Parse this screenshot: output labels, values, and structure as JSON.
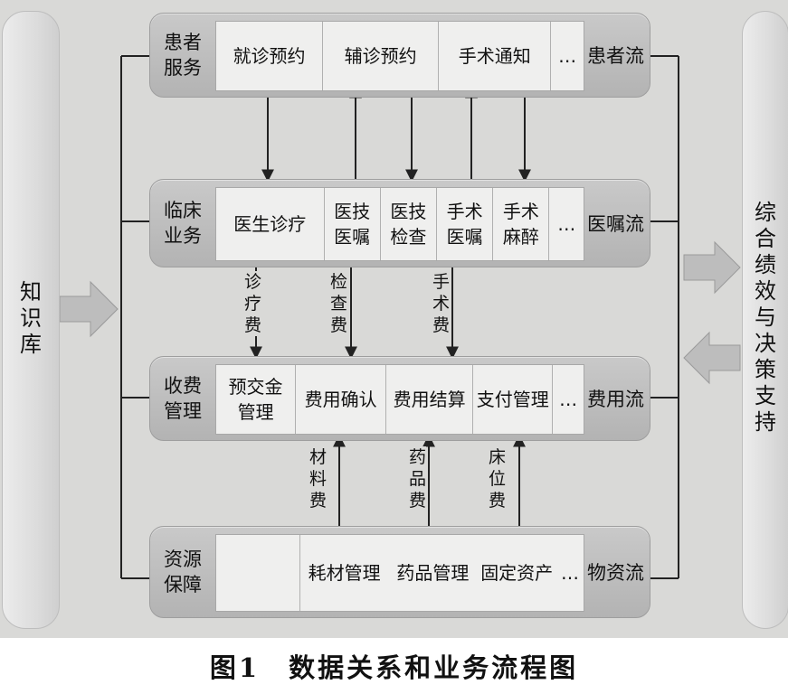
{
  "left_panel": {
    "chars": [
      "知",
      "识",
      "库"
    ]
  },
  "right_panel": {
    "chars": [
      "综",
      "合",
      "绩",
      "效",
      "与",
      "决",
      "策",
      "支",
      "持"
    ]
  },
  "rows": [
    {
      "label": [
        "患者",
        "服务"
      ],
      "flow": "患者流",
      "cells": [
        [
          "就诊预约"
        ],
        [
          "辅诊预约"
        ],
        [
          "手术通知"
        ],
        [
          "…"
        ]
      ]
    },
    {
      "label": [
        "临床",
        "业务"
      ],
      "flow": "医嘱流",
      "cells": [
        [
          "医生诊疗"
        ],
        [
          "医技",
          "医嘱"
        ],
        [
          "医技",
          "检查"
        ],
        [
          "手术",
          "医嘱"
        ],
        [
          "手术",
          "麻醉"
        ],
        [
          "…"
        ]
      ]
    },
    {
      "label": [
        "收费",
        "管理"
      ],
      "flow": "费用流",
      "cells": [
        [
          "预交金",
          "管理"
        ],
        [
          "费用确认"
        ],
        [
          "费用结算"
        ],
        [
          "支付管理"
        ],
        [
          "…"
        ]
      ]
    },
    {
      "label": [
        "资源",
        "保障"
      ],
      "flow": "物资流",
      "cells": [
        [
          ""
        ],
        [
          "耗材管理"
        ],
        [
          "药品管理"
        ],
        [
          "固定资产"
        ],
        [
          "…"
        ]
      ]
    }
  ],
  "arrow_labels": {
    "clinical_to_billing": [
      "诊疗费",
      "检查费",
      "手术费"
    ],
    "resource_to_billing": [
      "材料费",
      "药品费",
      "床位费"
    ]
  },
  "caption": "图1　数据关系和业务流程图"
}
